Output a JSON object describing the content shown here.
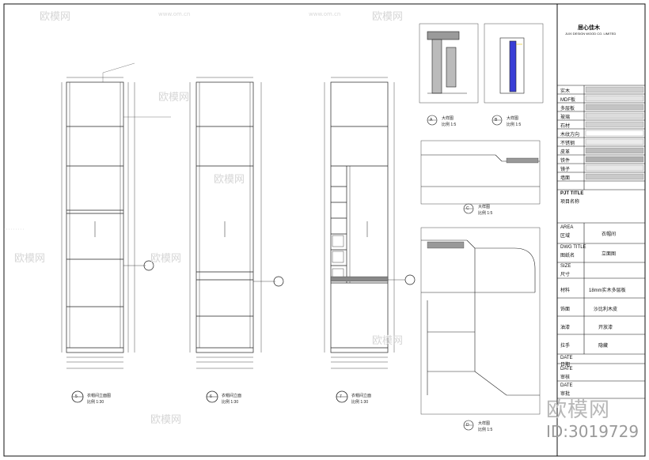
{
  "title_block": {
    "company": "居心佳木",
    "company_en": "JUXI DESIGN WOOD CO. LIMITED",
    "materials": [
      {
        "label": "实木"
      },
      {
        "label": "MDF板"
      },
      {
        "label": "多层板"
      },
      {
        "label": "玻璃"
      },
      {
        "label": "石材"
      },
      {
        "label": "木纹方向"
      },
      {
        "label": "不锈钢"
      },
      {
        "label": "皮革"
      },
      {
        "label": "铁件"
      },
      {
        "label": "镜子"
      },
      {
        "label": "墙面"
      }
    ],
    "pjt_title": "PJT TITLE",
    "pjt_title_cn": "项目名称",
    "area_label": "AREA",
    "area_label_cn": "区域",
    "area_value": "衣帽间",
    "dwg_title": "DWG TITLE",
    "dwg_title_cn": "图纸名",
    "dwg_value": "立面图",
    "size_label": "SIZE",
    "size_label_cn": "尺寸",
    "material_label": "材料",
    "material_value": "18mm实木多层板",
    "finish_label": "饰面",
    "finish_value": "沙比利木皮",
    "paint_label": "油漆",
    "paint_value": "开放漆",
    "handle_label": "拉手",
    "handle_value": "隐藏",
    "date_label": "DATE",
    "date_label_cn": "日期",
    "date2_label": "DATE",
    "date2_label_cn": "审核",
    "date3_label": "DATE",
    "date3_label_cn": "审批"
  },
  "views": [
    {
      "number": "5",
      "caption": "衣帽间立面图",
      "scale": "比例 1:30"
    },
    {
      "number": "6",
      "caption": "衣帽间立面",
      "scale": "比例 1:30"
    },
    {
      "number": "7",
      "caption": "衣帽间立面",
      "scale": "比例 1:30"
    }
  ],
  "details": [
    {
      "number": "A",
      "caption": "大样图",
      "scale": "比例 1:5"
    },
    {
      "number": "B",
      "caption": "大样图",
      "scale": "比例 1:5"
    },
    {
      "number": "C",
      "caption": "大样图",
      "scale": "比例 1:5"
    },
    {
      "number": "D",
      "caption": "大样图",
      "scale": "比例 1:5"
    }
  ],
  "watermark": {
    "brand": "欧模网",
    "url": "www.om.cn",
    "id_text": "ID:3019729"
  }
}
